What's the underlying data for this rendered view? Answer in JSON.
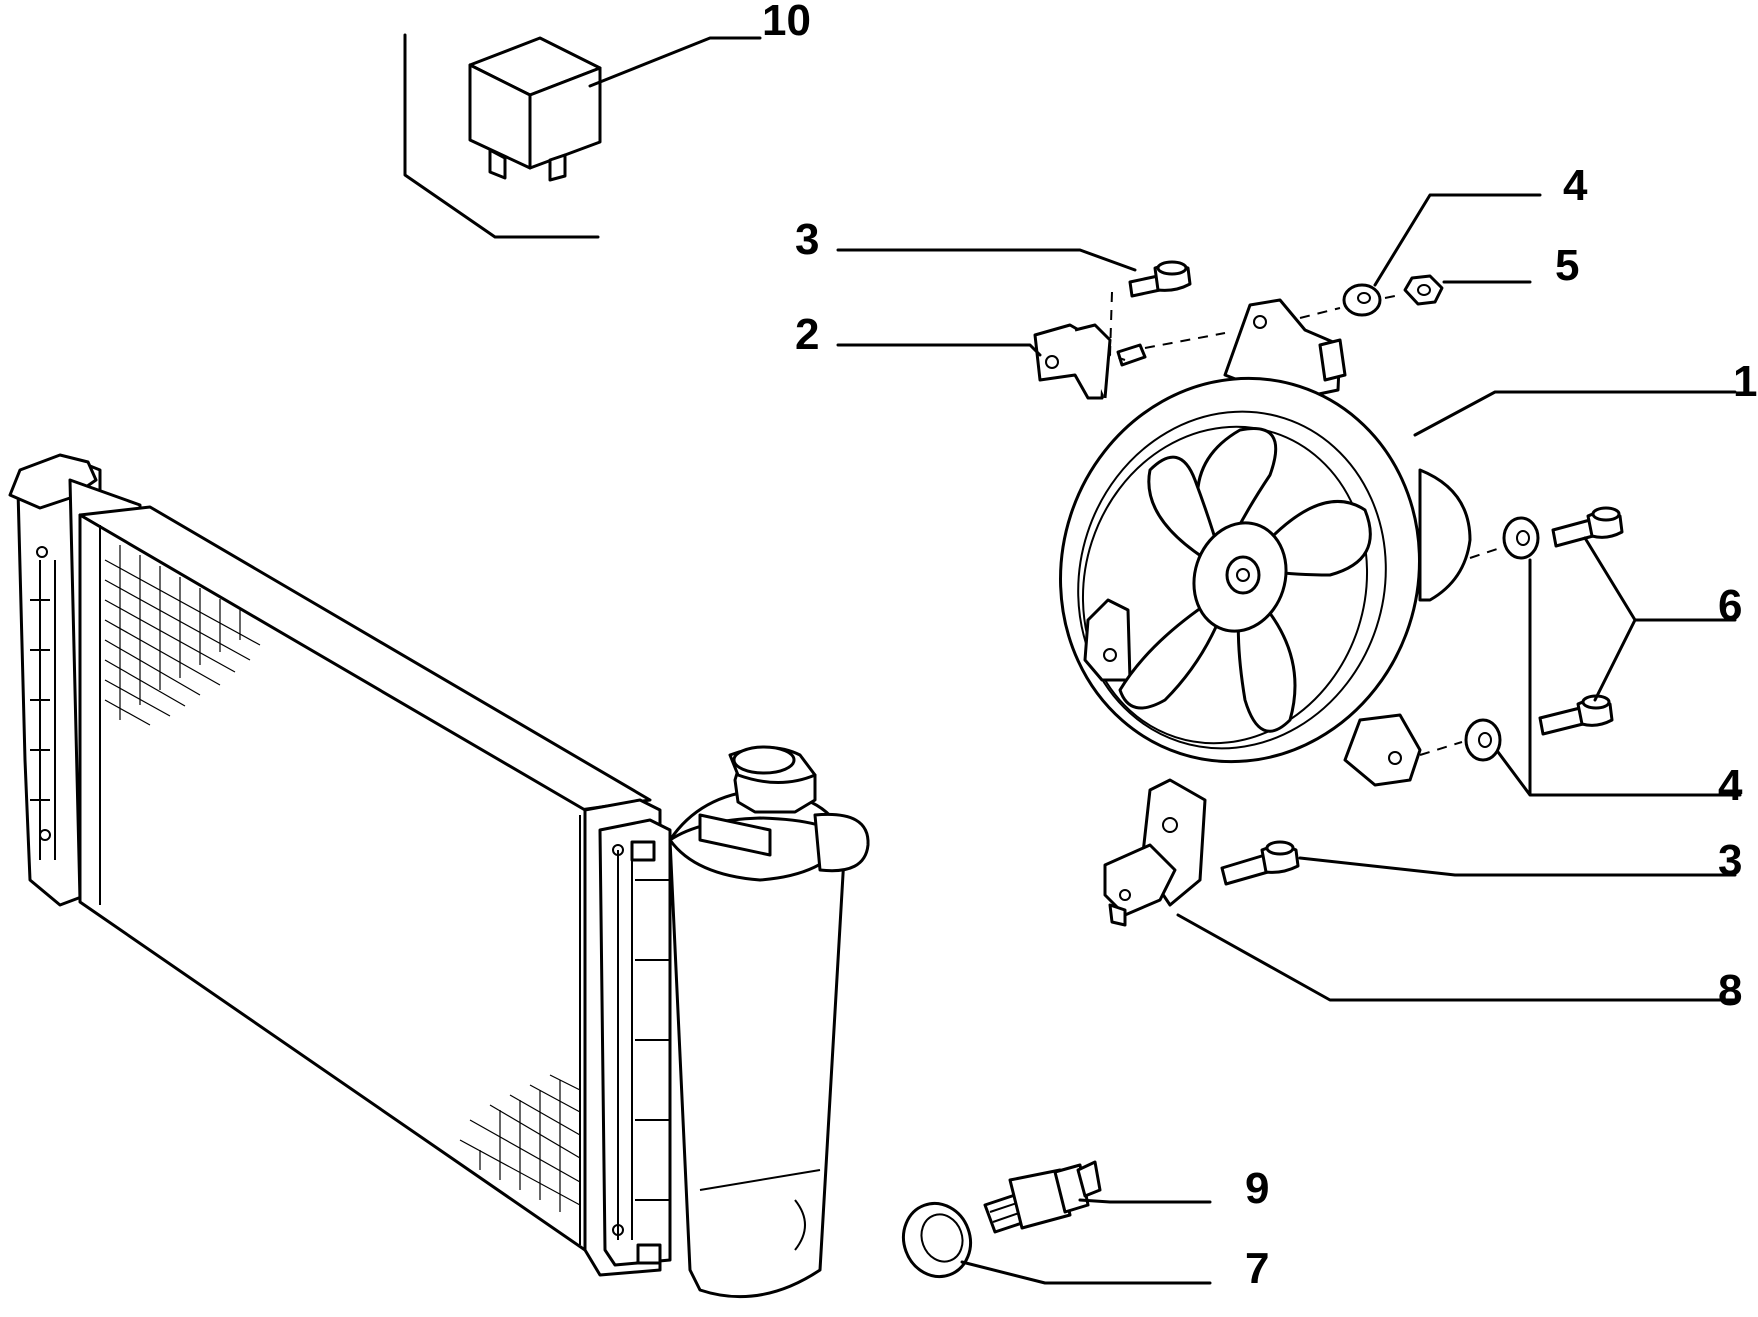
{
  "callouts": [
    {
      "id": "c10",
      "label": "10"
    },
    {
      "id": "c4a",
      "label": "4"
    },
    {
      "id": "c5",
      "label": "5"
    },
    {
      "id": "c3a",
      "label": "3"
    },
    {
      "id": "c2",
      "label": "2"
    },
    {
      "id": "c1",
      "label": "1"
    },
    {
      "id": "c6",
      "label": "6"
    },
    {
      "id": "c4b",
      "label": "4"
    },
    {
      "id": "c3b",
      "label": "3"
    },
    {
      "id": "c8",
      "label": "8"
    },
    {
      "id": "c9",
      "label": "9"
    },
    {
      "id": "c7",
      "label": "7"
    }
  ],
  "colors": {
    "ink": "#000000",
    "paper": "#ffffff"
  }
}
